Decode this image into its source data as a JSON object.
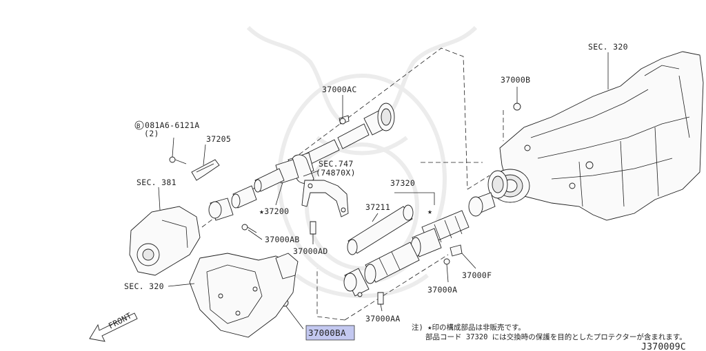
{
  "labels": {
    "sec320_top": "SEC. 320",
    "p37000B": "37000B",
    "p37000AC": "37000AC",
    "bolt_ref": "081A6-6121A",
    "bolt_ref_circle": "B",
    "bolt_qty": "(2)",
    "p37205": "37205",
    "sec381": "SEC. 381",
    "sec747": "SEC.747",
    "sec747_sub": "(74870X)",
    "p37320": "37320",
    "p37211": "37211",
    "p37200": "★37200",
    "p37000AB": "37000AB",
    "p37000AD": "37000AD",
    "sec320_left": "SEC. 320",
    "p37000F": "37000F",
    "p37000A": "37000A",
    "p37000AA": "37000AA",
    "p37000BA": "37000BA",
    "star_mark": "★",
    "front": "FRONT",
    "diagram_code": "J370009C"
  },
  "notes": {
    "line1": "注) ★印の構成部品は非販売です。",
    "line2": "部品コード 37320 には交換時の保護を目的としたプロテクターが含まれます。"
  },
  "colors": {
    "highlight": "#c3c8f0",
    "line": "#1c1c1c",
    "watermark": "#ececec"
  }
}
